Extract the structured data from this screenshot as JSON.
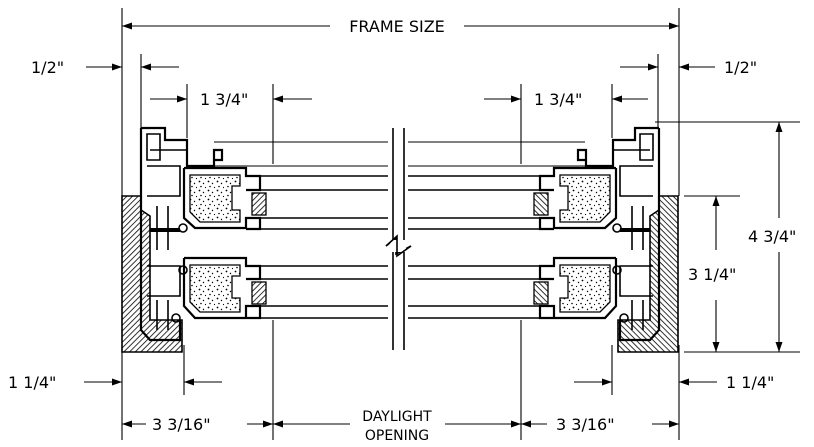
{
  "dimensions": {
    "frame_size": "FRAME SIZE",
    "half_inch_left": "1/2\"",
    "half_inch_right": "1/2\"",
    "one_three_quarter_left": "1 3/4\"",
    "one_three_quarter_right": "1 3/4\"",
    "one_quarter_left": "1 1/4\"",
    "one_quarter_right": "1 1/4\"",
    "three_three_sixteenths_left": "3 3/16\"",
    "three_three_sixteenths_right": "3 3/16\"",
    "daylight_line1": "DAYLIGHT",
    "daylight_line2": "OPENING",
    "three_quarter_height": "3 1/4\"",
    "four_three_quarter_height": "4 3/4\""
  }
}
